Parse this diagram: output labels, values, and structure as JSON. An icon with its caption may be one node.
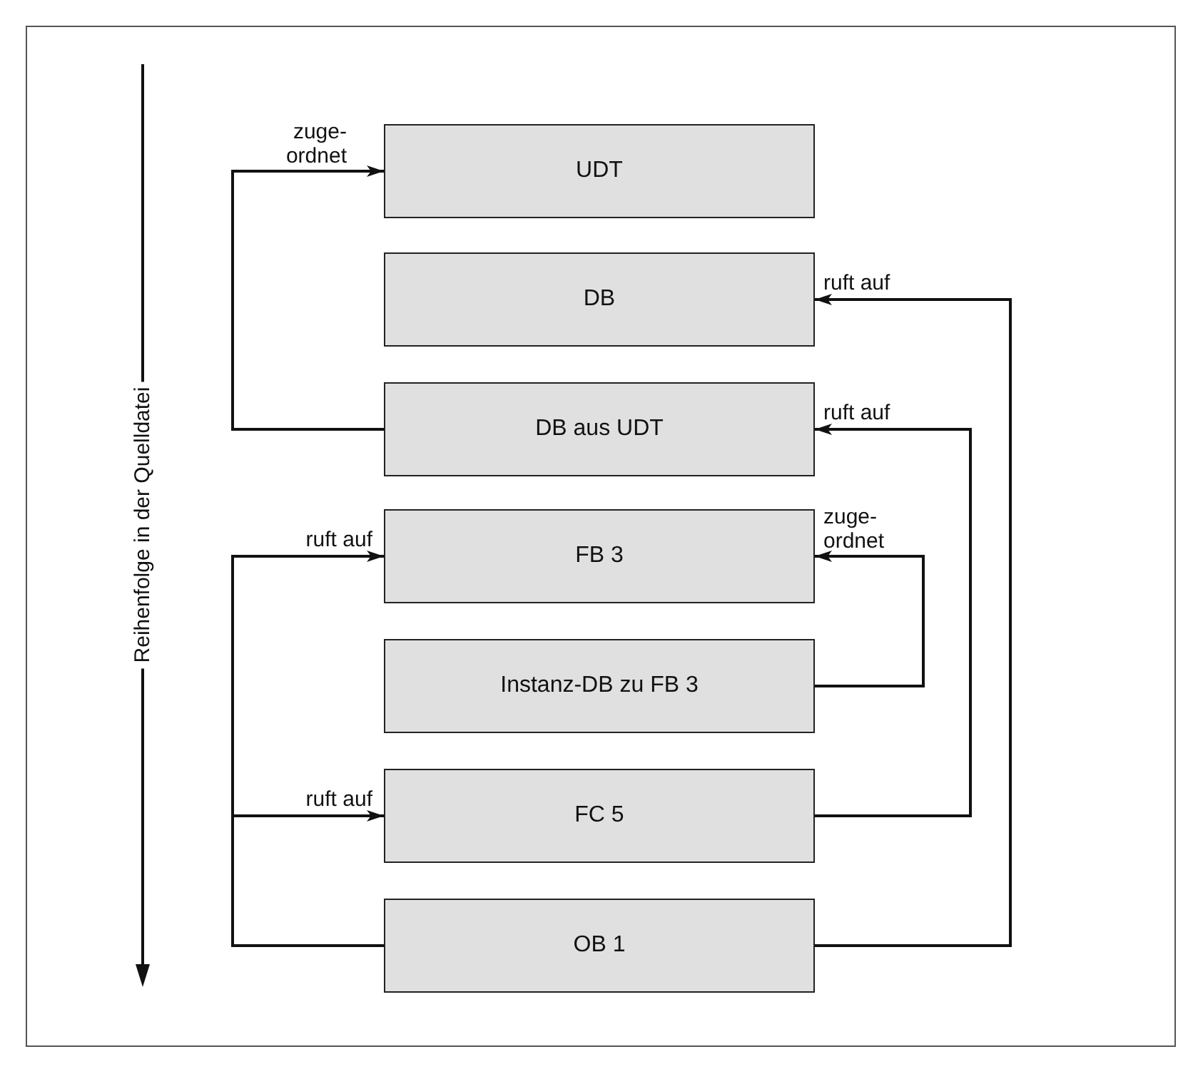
{
  "diagram": {
    "nodes": [
      {
        "text": [
          "UDT"
        ]
      },
      {
        "text": [
          "DB"
        ]
      },
      {
        "text": [
          "DB aus UDT"
        ]
      },
      {
        "text": [
          "FB 3"
        ]
      },
      {
        "text": [
          "Instanz-DB zu FB 3"
        ]
      },
      {
        "text": [
          "FC 5"
        ]
      },
      {
        "text": [
          "OB 1"
        ]
      }
    ],
    "edges": [
      {
        "from": 2,
        "to": 0,
        "arrow": "to",
        "label": "zuge- ordnet"
      },
      {
        "from": 6,
        "to": 1,
        "arrow": "to",
        "label": "ruft auf"
      },
      {
        "from": 5,
        "to": 2,
        "arrow": "to",
        "label": "ruft auf"
      },
      {
        "from": 4,
        "to": 3,
        "arrow": "to",
        "label": "zuge- ordnet"
      },
      {
        "from": 6,
        "to": 3,
        "arrow": "to",
        "label": "ruft auf"
      },
      {
        "from": 6,
        "to": 5,
        "arrow": "to",
        "label": "ruft auf"
      }
    ],
    "labels": [
      "Reihenfolge in der Quelldatei"
    ]
  }
}
